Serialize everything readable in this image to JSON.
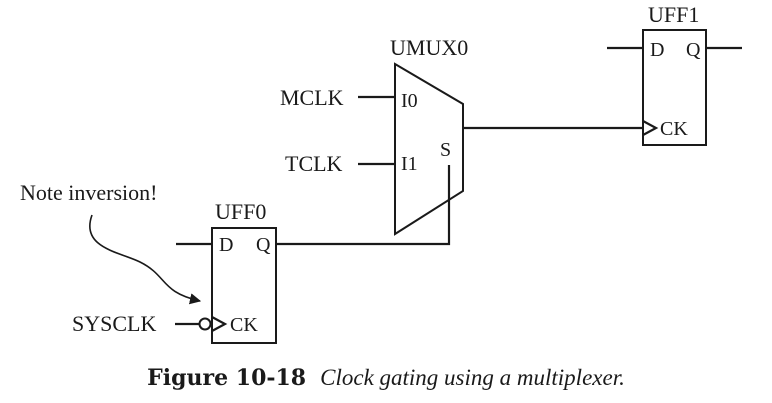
{
  "blocks": {
    "umux0": {
      "name": "UMUX0",
      "pin_i0": "I0",
      "pin_i1": "I1",
      "pin_s": "S"
    },
    "uff1": {
      "name": "UFF1",
      "pin_d": "D",
      "pin_q": "Q",
      "pin_ck": "CK"
    },
    "uff0": {
      "name": "UFF0",
      "pin_d": "D",
      "pin_q": "Q",
      "pin_ck": "CK"
    }
  },
  "signals": {
    "mclk": "MCLK",
    "tclk": "TCLK",
    "sysclk": "SYSCLK"
  },
  "annotation": {
    "note": "Note inversion!"
  },
  "caption": {
    "number": "Figure 10-18",
    "text": "Clock gating using a multiplexer."
  }
}
